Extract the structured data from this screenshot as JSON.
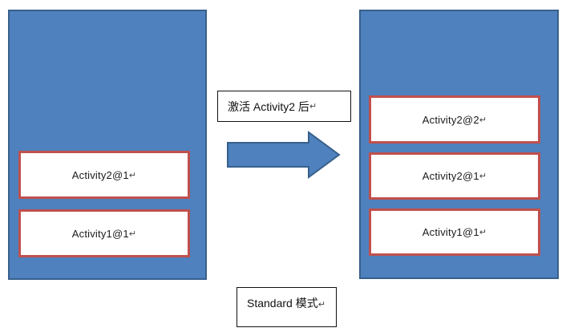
{
  "diagram": {
    "left_stack": {
      "boxes": [
        {
          "label": "Activity2@1",
          "return_mark": "↵"
        },
        {
          "label": "Activity1@1",
          "return_mark": "↵"
        }
      ]
    },
    "transition": {
      "label": "激活 Activity2 后",
      "return_mark": "↵"
    },
    "right_stack": {
      "boxes": [
        {
          "label": "Activity2@2",
          "return_mark": "↵"
        },
        {
          "label": "Activity2@1",
          "return_mark": "↵"
        },
        {
          "label": "Activity1@1",
          "return_mark": "↵"
        }
      ]
    },
    "caption": {
      "label": "Standard 模式",
      "return_mark": "↵"
    }
  },
  "colors": {
    "stack_fill": "#4E81BD",
    "stack_border": "#38608C",
    "activity_box_border": "#C0504D",
    "activity_box_fill": "#FFFFFF",
    "label_box_border": "#111111",
    "arrow_fill": "#4E81BD",
    "arrow_border": "#38608C",
    "text": "#1a1a1a"
  }
}
